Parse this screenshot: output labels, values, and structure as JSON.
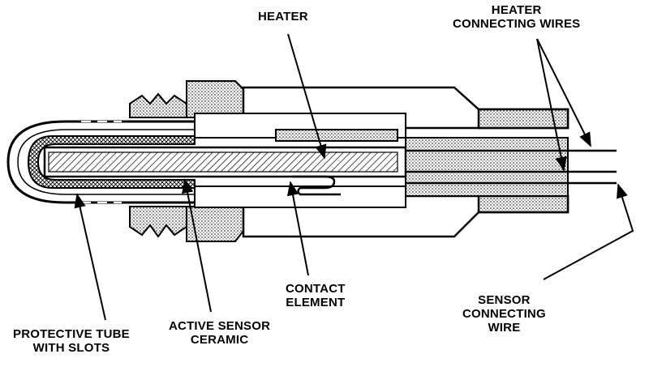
{
  "labels": {
    "heater": [
      "HEATER"
    ],
    "heater_connecting_wires": [
      "HEATER",
      "CONNECTING WIRES"
    ],
    "contact_element": [
      "CONTACT",
      "ELEMENT"
    ],
    "sensor_connecting_wire": [
      "SENSOR",
      "CONNECTING",
      "WIRE"
    ],
    "protective_tube": [
      "PROTECTIVE TUBE",
      "WITH SLOTS"
    ],
    "active_sensor_ceramic": [
      "ACTIVE SENSOR",
      "CERAMIC"
    ]
  },
  "colors": {
    "ink": "#000000",
    "fill": "#ffffff",
    "stipple": "#000000"
  }
}
